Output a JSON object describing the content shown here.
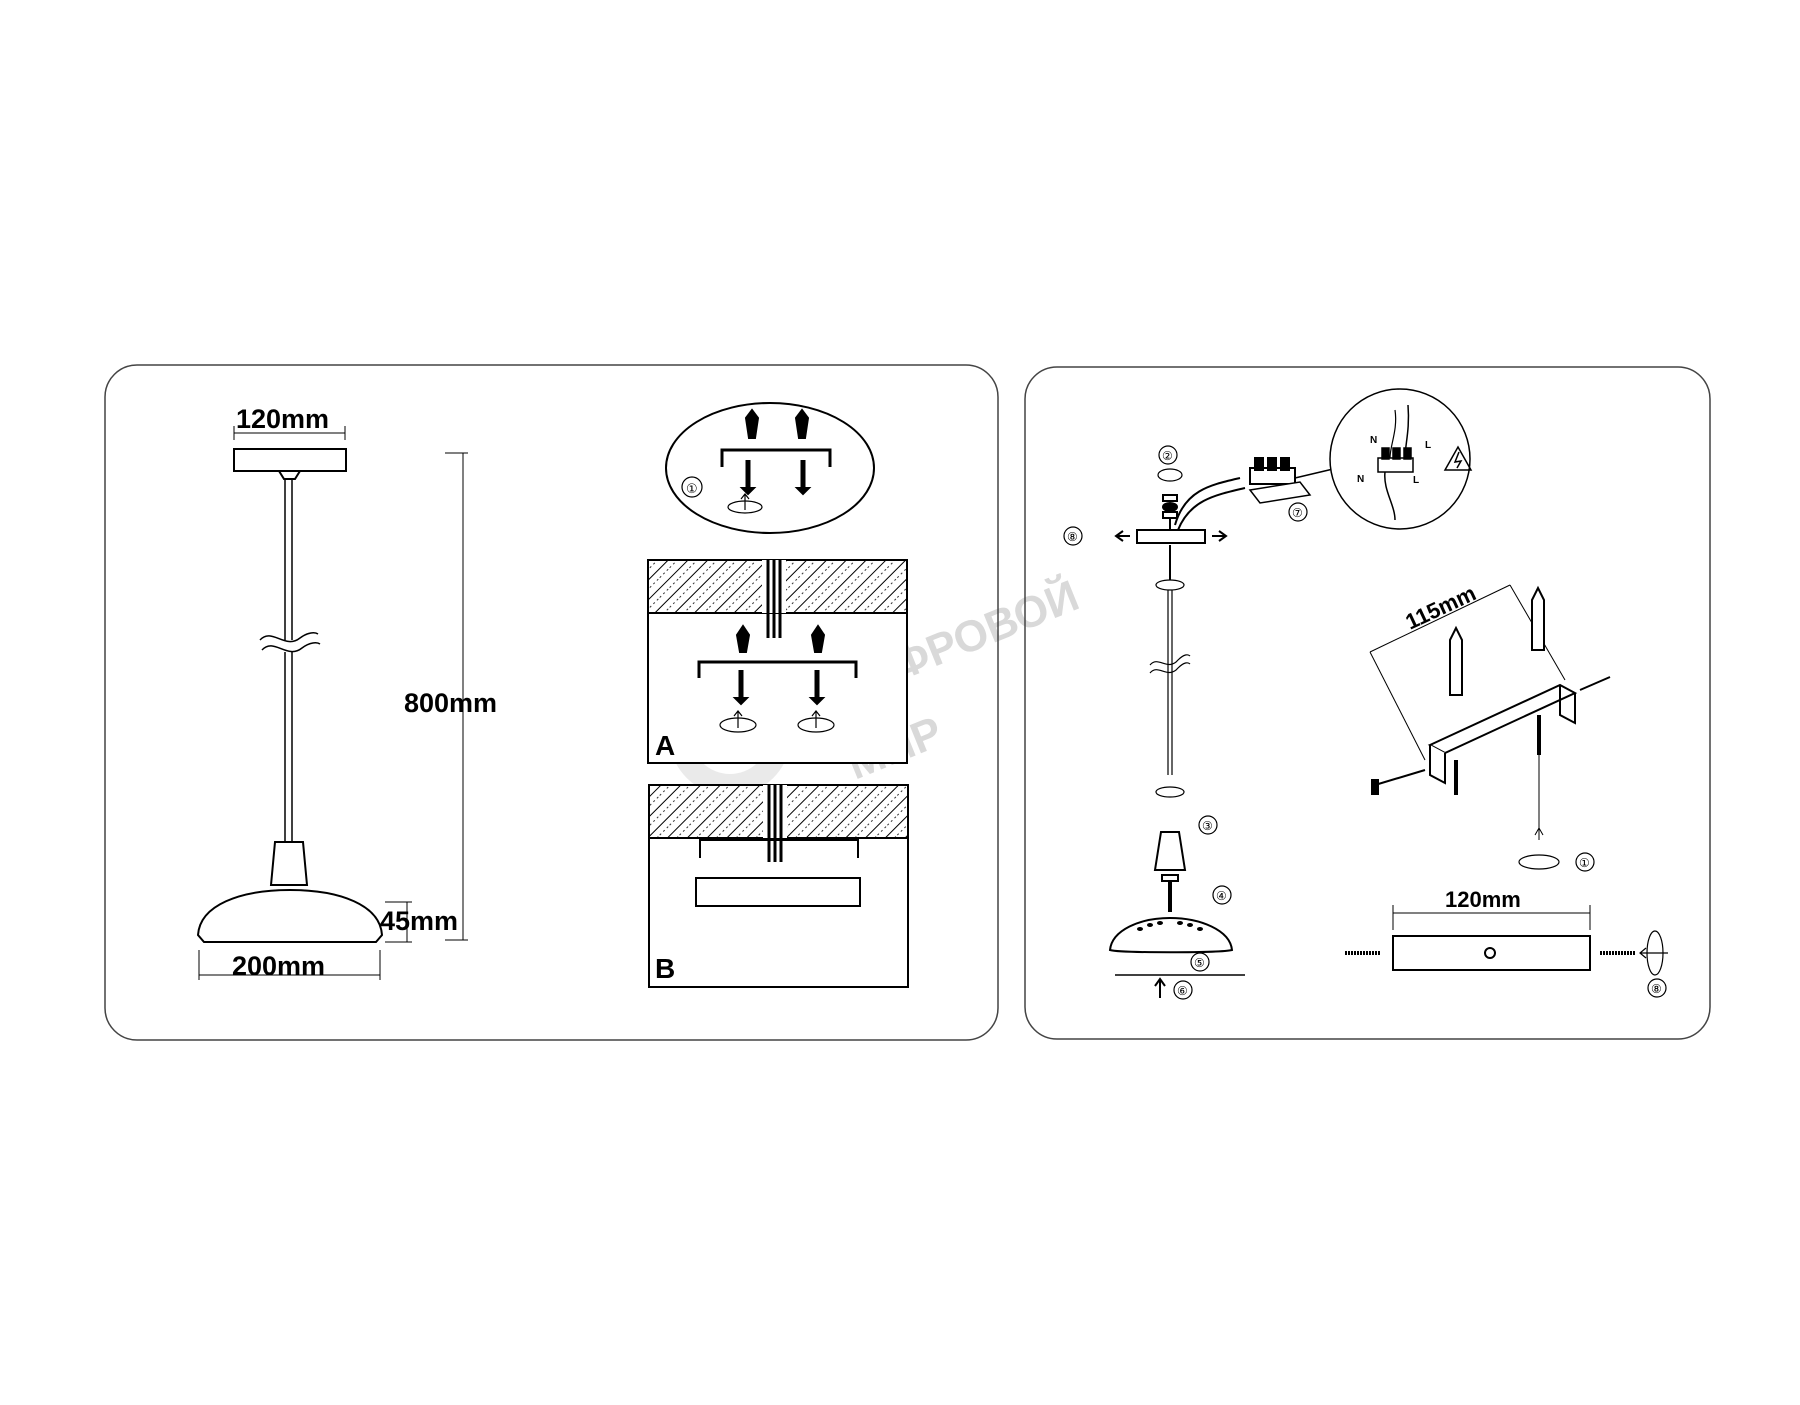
{
  "left_panel": {
    "dims": {
      "canopy_width": "120mm",
      "height": "800mm",
      "shade_height": "45mm",
      "shade_width": "200mm"
    },
    "step_labels": {
      "a": "A",
      "b": "B"
    },
    "circle_step": "①"
  },
  "right_panel": {
    "dims": {
      "bracket_spacing": "115mm",
      "canopy_width": "120mm"
    },
    "steps": [
      "①",
      "②",
      "③",
      "④",
      "⑤",
      "⑥",
      "⑦",
      "⑧"
    ],
    "wire_labels": {
      "neutral": "N",
      "live": "L"
    }
  },
  "watermark": {
    "line1": "ЦИФРОВОЙ",
    "line2": "МИР"
  },
  "colors": {
    "line": "#000000",
    "panel_border": "#444444",
    "watermark": "#d9d9d9"
  }
}
